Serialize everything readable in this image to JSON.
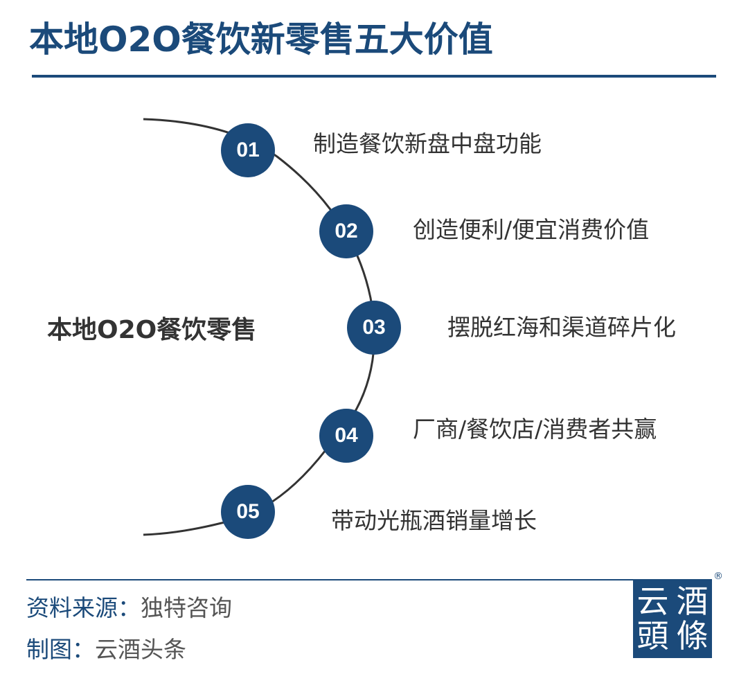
{
  "title": "本地O2O餐饮新零售五大价值",
  "center_label": "本地O2O餐饮零售",
  "items": [
    {
      "num": "01",
      "text": "制造餐饮新盘中盘功能"
    },
    {
      "num": "02",
      "text": "创造便利/便宜消费价值"
    },
    {
      "num": "03",
      "text": "摆脱红海和渠道碎片化"
    },
    {
      "num": "04",
      "text": "厂商/餐饮店/消费者共赢"
    },
    {
      "num": "05",
      "text": "带动光瓶酒销量增长"
    }
  ],
  "footer": {
    "source_label": "资料来源：",
    "source_value": "独特咨询",
    "maker_label": "制图：",
    "maker_value": "云酒头条"
  },
  "logo": {
    "chars": [
      "云",
      "酒",
      "頭",
      "條"
    ],
    "registered_mark": "®"
  },
  "colors": {
    "brand": "#1b4a7a",
    "arc": "#333333",
    "text": "#333333"
  }
}
